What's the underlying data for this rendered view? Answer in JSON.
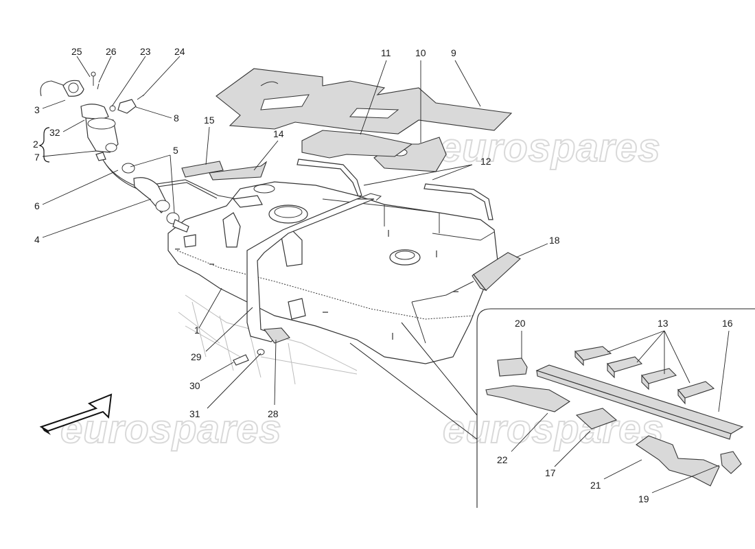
{
  "watermark": {
    "text": "eurospares"
  },
  "callouts": {
    "c1": "1",
    "c2": "2",
    "c3": "3",
    "c4": "4",
    "c5": "5",
    "c6": "6",
    "c7": "7",
    "c8": "8",
    "c9": "9",
    "c10": "10",
    "c11": "11",
    "c12": "12",
    "c13": "13",
    "c14": "14",
    "c15": "15",
    "c16": "16",
    "c17": "17",
    "c18": "18",
    "c19": "19",
    "c20": "20",
    "c21": "21",
    "c22": "22",
    "c23": "23",
    "c24": "24",
    "c25": "25",
    "c26": "26",
    "c28": "28",
    "c29": "29",
    "c30": "30",
    "c31": "31",
    "c32": "32"
  },
  "colors": {
    "pad_fill": "#d9d9d9",
    "line": "#333333",
    "watermark": "#d9d9d9"
  }
}
